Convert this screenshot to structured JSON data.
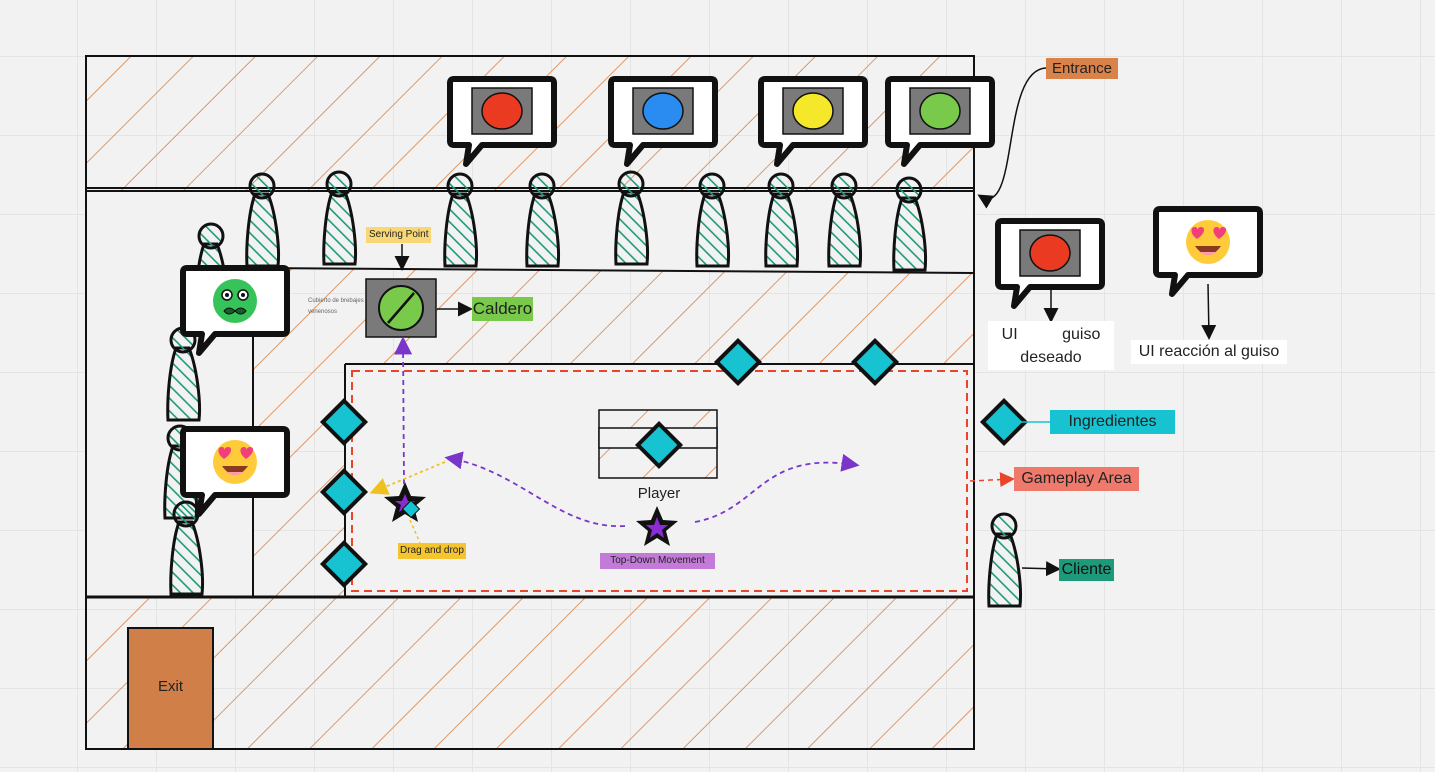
{
  "colors": {
    "hatch": "#d9824a",
    "figure": "#1d9a7a",
    "ingredient": "#17c3d1",
    "dashed_area": "#e8452b",
    "path_purple": "#7a35c9",
    "dnd_yellow": "#f0c020",
    "red": "#ea3b22",
    "blue": "#2a8cf0",
    "yellow": "#f5e72a",
    "green": "#79c94a"
  },
  "potion_bubbles": [
    {
      "color_name": "red",
      "hex": "#ea3b22"
    },
    {
      "color_name": "blue",
      "hex": "#2a8cf0"
    },
    {
      "color_name": "yellow",
      "hex": "#f5e72a"
    },
    {
      "color_name": "green",
      "hex": "#79c94a"
    }
  ],
  "reaction_bubbles": [
    {
      "icon": "nauseated-face-icon"
    },
    {
      "icon": "heart-eyes-face-icon"
    }
  ],
  "labels": {
    "entrance": "Entrance",
    "serving_point": "Serving Point",
    "caldero": "Caldero",
    "ui_guiso_deseado": "UI guiso deseado",
    "ui_reaccion": "UI reacción al guiso",
    "ingredientes": "Ingredientes",
    "gameplay_area": "Gameplay Area",
    "player": "Player",
    "drag_and_drop": "Drag and drop",
    "top_down_movement": "Top-Down Movement",
    "cliente": "Cliente",
    "exit": "Exit",
    "tiny_note_1": "Cubierto de brebajes",
    "tiny_note_2": "venenosos"
  }
}
